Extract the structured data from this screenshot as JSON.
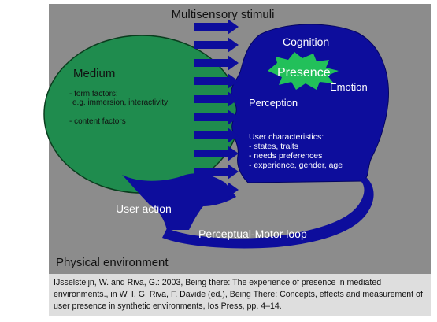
{
  "diagram": {
    "title": "Multisensory stimuli",
    "medium": {
      "label": "Medium",
      "form_factors_line1": "- form factors:",
      "form_factors_line2": "e.g. immersion, interactivity",
      "content_factors": "- content factors"
    },
    "head": {
      "cognition": "Cognition",
      "presence": "Presence",
      "emotion": "Emotion",
      "perception": "Perception",
      "user_characteristics": [
        "User characteristics:",
        "- states, traits",
        "- needs preferences",
        "- experience, gender, age"
      ]
    },
    "user_action": "User action",
    "loop": "Perceptual-Motor loop",
    "environment": "Physical environment"
  },
  "caption": "IJsselsteijn, W. and Riva, G.: 2003, Being there: The experience of presence in mediated environments., in W. I. G. Riva, F. Davide (ed.), Being There: Concepts, effects and measurement of user presence in synthetic environments, Ios Press, pp. 4–14.",
  "colors": {
    "background": "#8c8c8c",
    "medium": "#1f8c4e",
    "head": "#0d0d9c",
    "presence_burst": "#22c05a",
    "text_dark": "#111111",
    "text_light": "#ffffff"
  }
}
